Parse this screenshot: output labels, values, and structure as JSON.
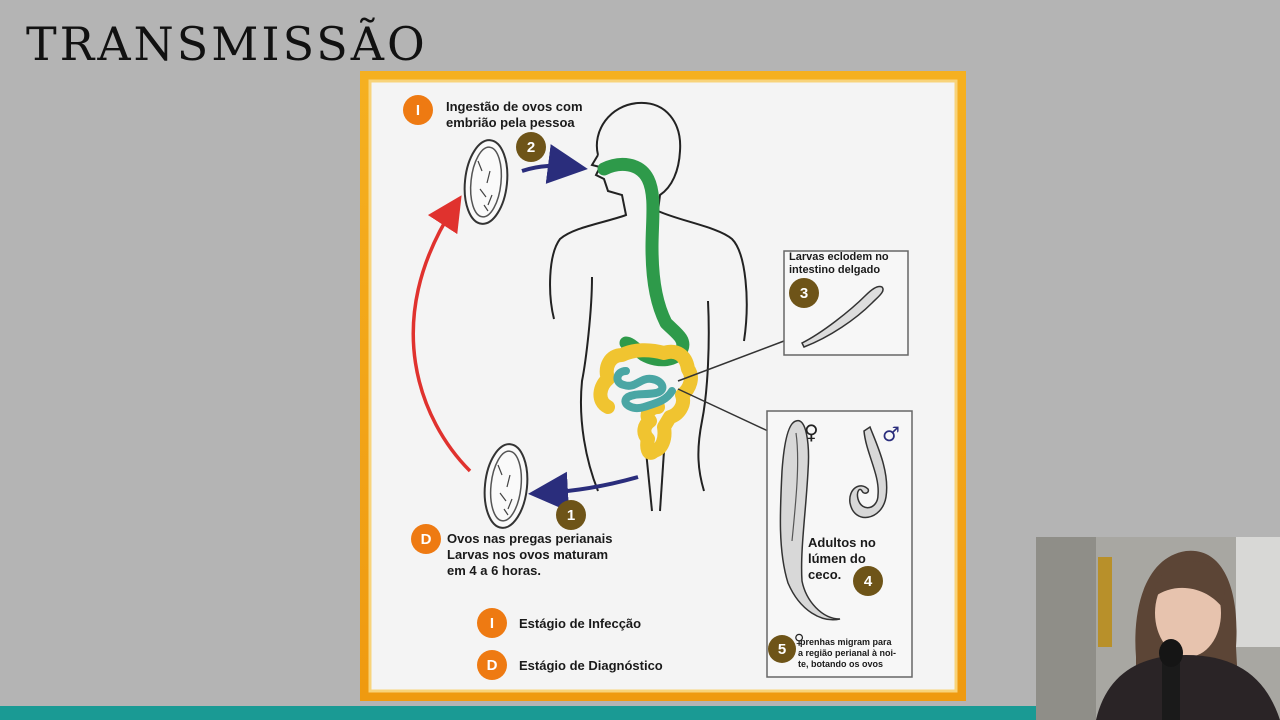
{
  "slide": {
    "title": "TRANSMISSÃO"
  },
  "diagram": {
    "step1_badge": "I",
    "step1_text_line1": "Ingestão de ovos com",
    "step1_text_line2": "embrião pela pessoa",
    "step_numbers": [
      "1",
      "2",
      "3",
      "4",
      "5"
    ],
    "step3_text_line1": "Larvas eclodem no",
    "step3_text_line2": "intestino delgado",
    "step4_text_line1": "Adultos no",
    "step4_text_line2": "lúmen do",
    "step4_text_line3": "ceco.",
    "step5_text_line1": "prenhas migram para",
    "step5_text_line2": "a região perianal à noi-",
    "step5_text_line3": "te, botando os ovos",
    "diag_badge": "D",
    "diag_text_line1": "Ovos nas pregas perianais",
    "diag_text_line2": "Larvas nos ovos maturam",
    "diag_text_line3": "em 4 a 6 horas.",
    "female_symbol": "♀",
    "male_symbol": "♂",
    "legend": [
      {
        "badge": "I",
        "label": "Estágio de Infecção"
      },
      {
        "badge": "D",
        "label": "Estágio de Diagnóstico"
      }
    ]
  },
  "colors": {
    "frame_border": "#f2a316",
    "badge_orange": "#ee7a12",
    "number_badge": "#6e5418",
    "digestive_green": "#2e9a4a",
    "colon_yellow": "#f0c430",
    "small_intestine_teal": "#4aa6a4",
    "arrow_blue": "#2a2d7c",
    "arrow_red": "#e0322e",
    "bottom_bar": "#1a9a94"
  }
}
